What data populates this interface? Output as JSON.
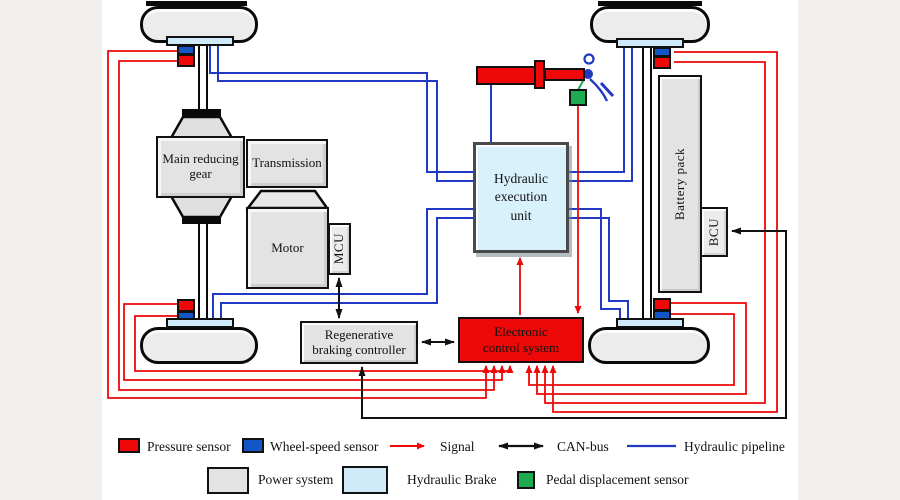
{
  "components": {
    "main_reducing_gear": {
      "label": "Main reducing gear"
    },
    "transmission": {
      "label": "Transmission"
    },
    "motor": {
      "label": "Motor"
    },
    "mcu": {
      "label": "MCU"
    },
    "hydraulic_execution_unit": {
      "label": "Hydraulic execution unit"
    },
    "battery_pack": {
      "label": "Battery pack"
    },
    "bcu": {
      "label": "BCU"
    },
    "regenerative_braking_controller": {
      "label": "Regenerative braking controller"
    },
    "electronic_control_system": {
      "label": "Electronic control system"
    }
  },
  "colors": {
    "signal_red": "#ee0808",
    "hydraulic_pipeline_blue": "#2239c4",
    "wheel_speed_sensor_blue": "#1256c8",
    "pressure_sensor_red": "#ee0808",
    "pedal_sensor_green": "#1eaa50",
    "power_system_grey": "#e3e3e3",
    "hydraulic_brake_blue": "#cfeaf9",
    "can_bus_black": "#111111"
  },
  "legend": {
    "row1": [
      {
        "swatch": "pressure-sensor",
        "label": "Pressure sensor"
      },
      {
        "swatch": "wheel-speed-sensor",
        "label": "Wheel-speed sensor"
      },
      {
        "swatch": "signal-arrow",
        "label": "Signal"
      },
      {
        "swatch": "can-bus-arrow",
        "label": "CAN-bus"
      },
      {
        "swatch": "hydraulic-pipeline-line",
        "label": "Hydraulic pipeline"
      }
    ],
    "row2": [
      {
        "swatch": "power-system",
        "label": "Power system"
      },
      {
        "swatch": "hydraulic-brake",
        "label": "Hydraulic Brake"
      },
      {
        "swatch": "pedal-displacement-sensor",
        "label": "Pedal displacement sensor"
      }
    ]
  }
}
